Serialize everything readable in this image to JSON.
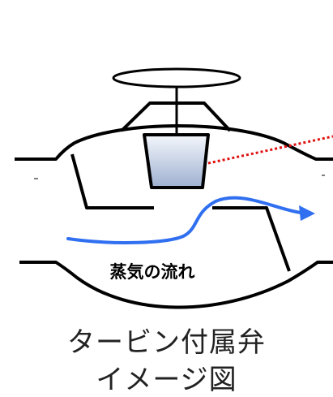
{
  "labels": {
    "flow": "蒸気の流れ"
  },
  "caption": {
    "line1": "タービン付属弁",
    "line2": "イメージ図"
  },
  "colors": {
    "outline": "#000000",
    "steam_flow": "#2f6ff0",
    "indicator_line": "#e01010",
    "valve_plug_top": "#f4f7fc",
    "valve_plug_bottom": "#9eb0d0"
  }
}
